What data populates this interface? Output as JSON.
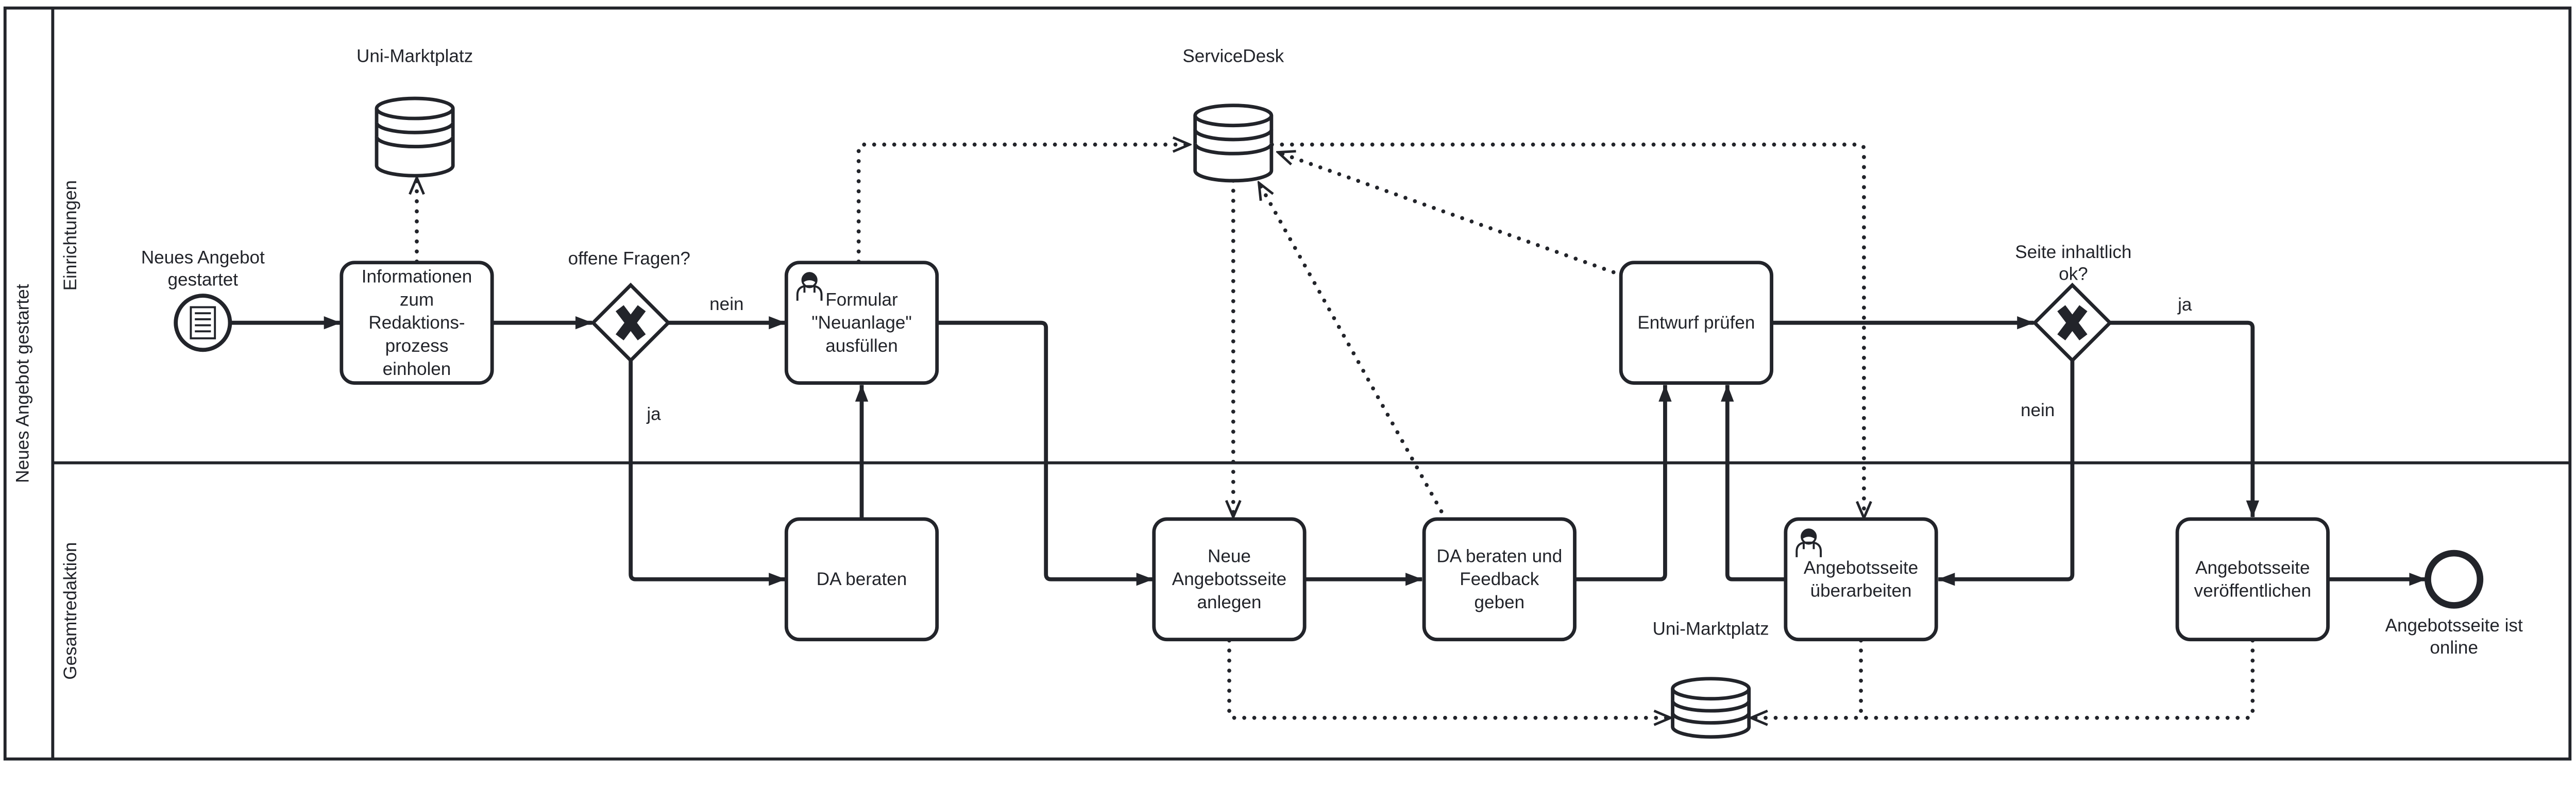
{
  "colors": {
    "stroke": "#22242a",
    "background": "#ffffff"
  },
  "pool": {
    "label": "Neues Angebot gestartet"
  },
  "lanes": {
    "top": "Einrichtungen",
    "bottom": "Gesamtredaktion"
  },
  "start_event": {
    "label": [
      "Neues Angebot",
      "gestartet"
    ]
  },
  "end_event": {
    "label": [
      "Angebotsseite ist",
      "online"
    ]
  },
  "tasks": {
    "info": {
      "lines": [
        "Informationen",
        "zum",
        "Redaktions-",
        "prozess",
        "einholen"
      ]
    },
    "formular": {
      "lines": [
        "Formular",
        "\"Neuanlage\"",
        "ausfüllen"
      ]
    },
    "da_beraten": {
      "lines": [
        "DA beraten"
      ]
    },
    "neue_seite": {
      "lines": [
        "Neue",
        "Angebotsseite",
        "anlegen"
      ]
    },
    "feedback": {
      "lines": [
        "DA beraten und",
        "Feedback",
        "geben"
      ]
    },
    "entwurf": {
      "lines": [
        "Entwurf prüfen"
      ]
    },
    "ueberarbeiten": {
      "lines": [
        "Angebotsseite",
        "überarbeiten"
      ]
    },
    "veroeffentlichen": {
      "lines": [
        "Angebotsseite",
        "veröffentlichen"
      ]
    }
  },
  "gateways": {
    "offene_fragen": {
      "label": "offene Fragen?",
      "branch_yes": "ja",
      "branch_no": "nein"
    },
    "seite_ok": {
      "label": [
        "Seite inhaltlich",
        "ok?"
      ],
      "branch_yes": "ja",
      "branch_no": "nein"
    }
  },
  "data_stores": {
    "uni_marktplatz_top": "Uni-Marktplatz",
    "servicedesk": "ServiceDesk",
    "uni_marktplatz_bottom": "Uni-Marktplatz"
  }
}
